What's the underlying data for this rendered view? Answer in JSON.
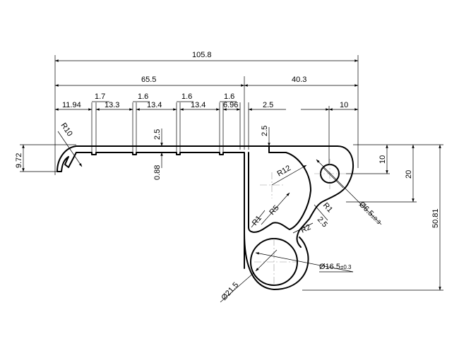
{
  "dimensions": {
    "overall_width": "105.8",
    "left_width": "65.5",
    "right_width": "40.3",
    "seg_11_94": "11.94",
    "seg_13_3": "13.3",
    "seg_13_4a": "13.4",
    "seg_13_4b": "13.4",
    "seg_6_96": "6.96",
    "seg_2_5_top": "2.5",
    "seg_10_top": "10",
    "groove_1_7": "1.7",
    "groove_1_6a": "1.6",
    "groove_1_6b": "1.6",
    "groove_1_6c": "1.6",
    "vert_2_5_left": "2.5",
    "vert_2_5_right": "2.5",
    "vert_0_88": "0.88",
    "vert_9_72": "9.72",
    "vert_10": "10",
    "vert_20": "20",
    "vert_50_81": "50.81",
    "radius_r10": "R10",
    "radius_r12": "R12",
    "radius_r5": "R5",
    "radius_r1_left": "R1",
    "radius_r1_right": "R1",
    "radius_r2": "R2",
    "radius_r2_5": "2.5",
    "dia_6_5": "Ø6.5",
    "dia_6_5_tol": "±0.3",
    "dia_16_5": "Ø16.5",
    "dia_16_5_tol": "±0.3",
    "dia_21_5": "Ø21.5"
  }
}
